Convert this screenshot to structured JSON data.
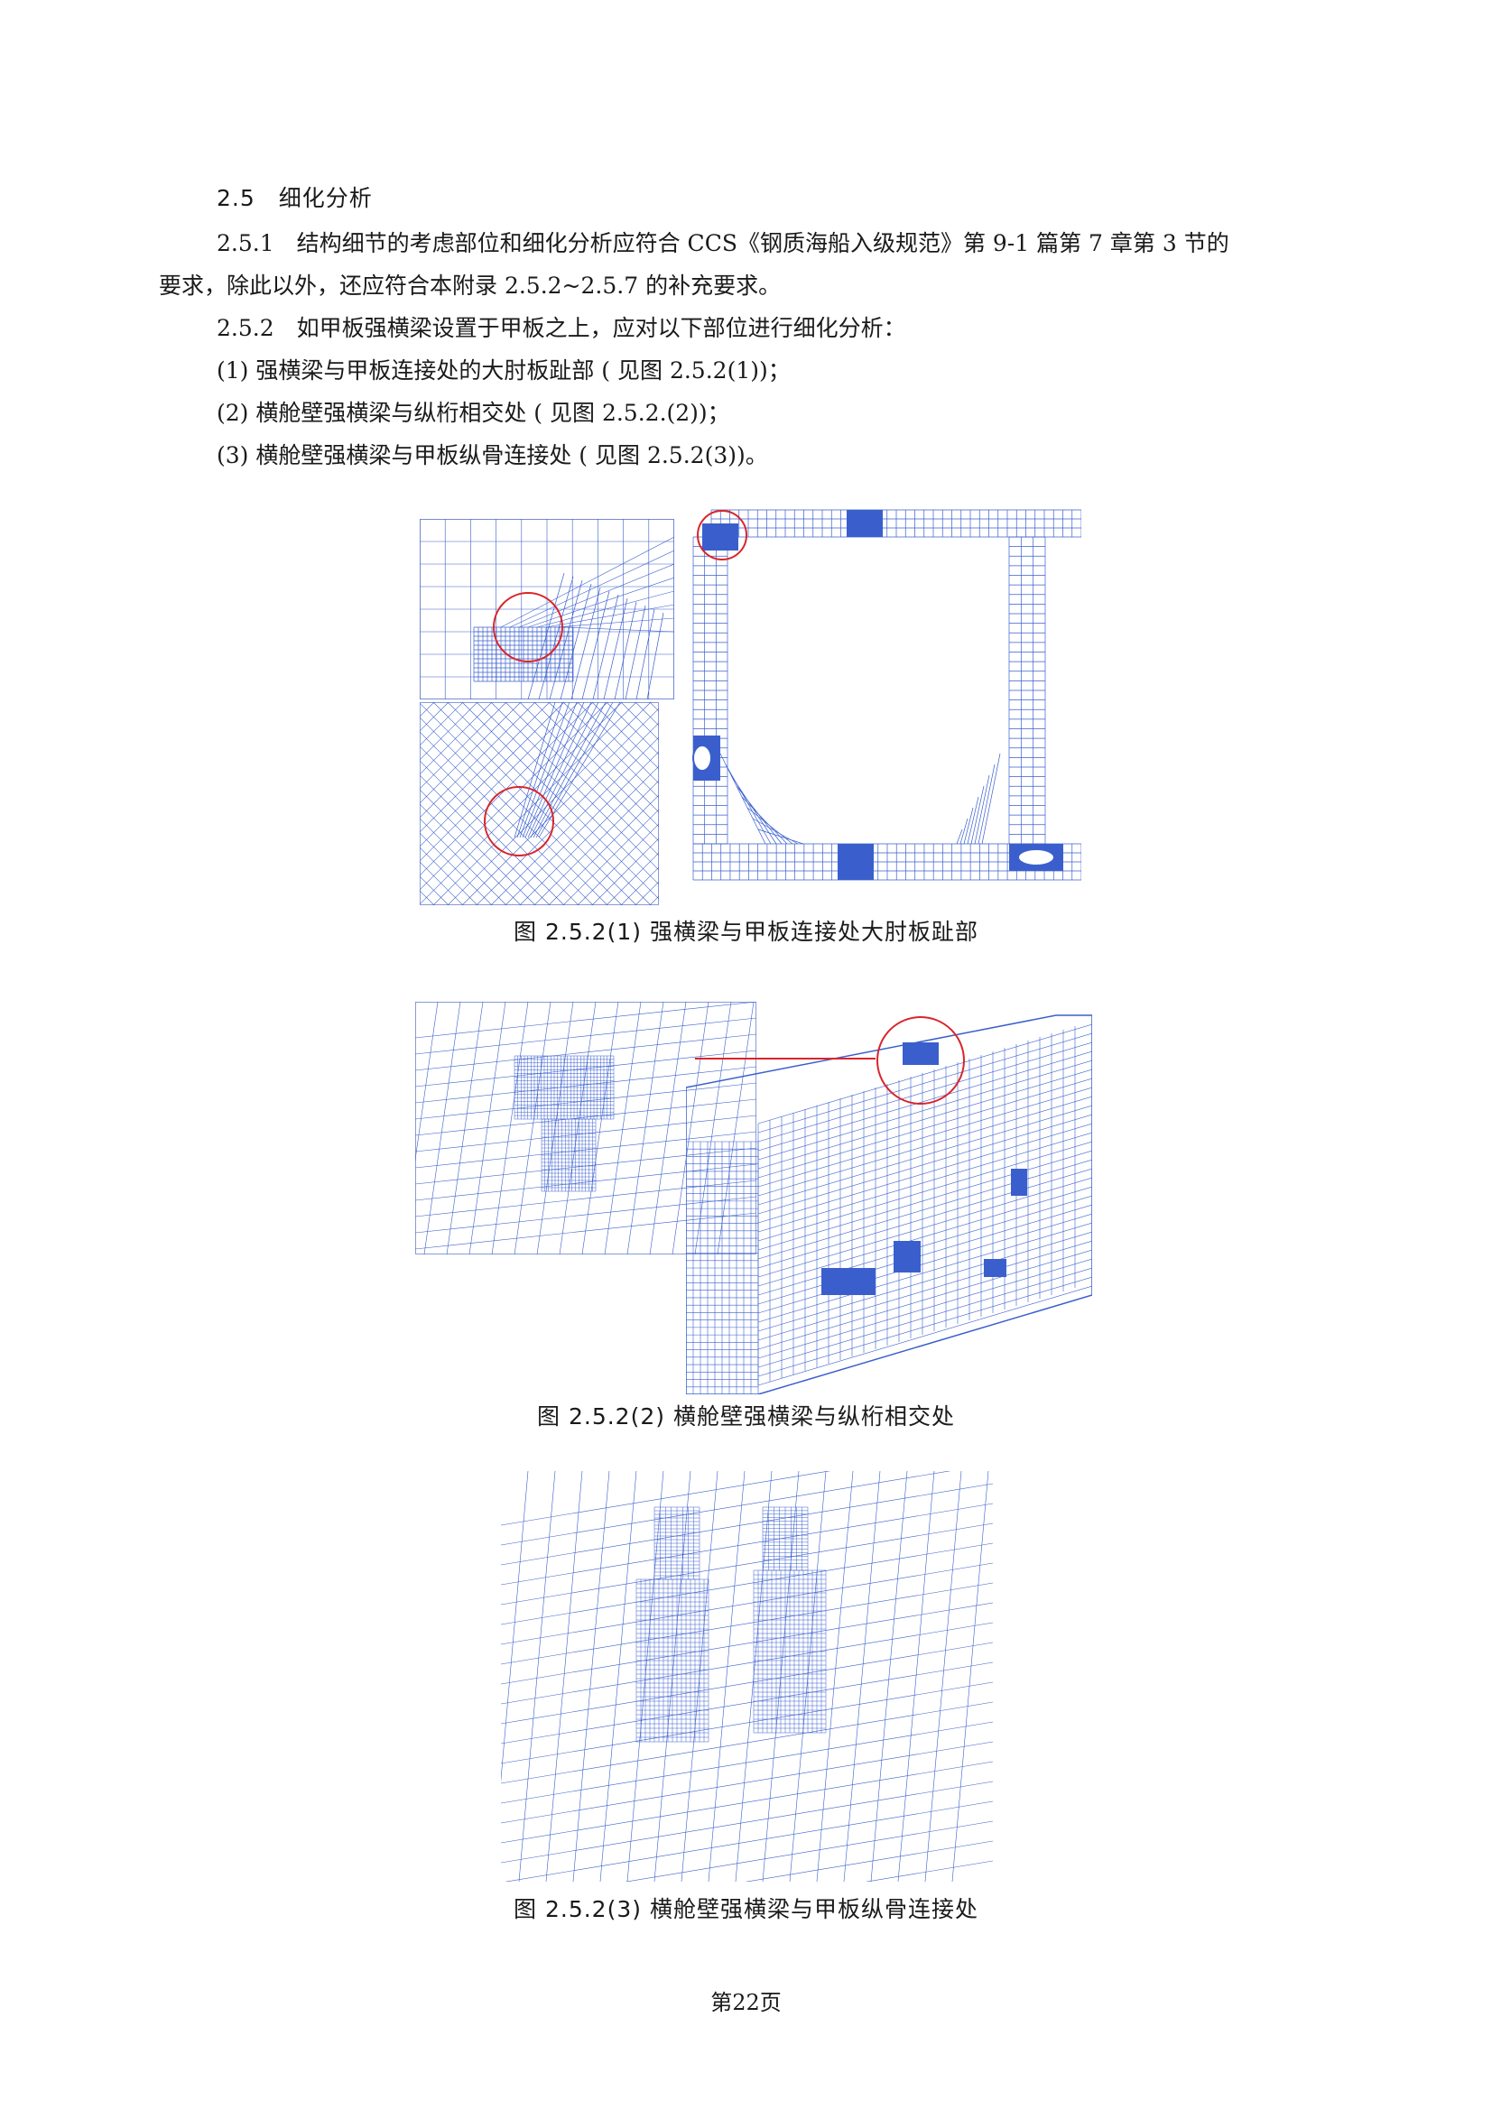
{
  "section": {
    "heading": "2.5　细化分析",
    "para_2_5_1_line1": "2.5.1　结构细节的考虑部位和细化分析应符合 CCS《钢质海船入级规范》第 9-1 篇第 7 章第 3 节的",
    "para_2_5_1_line2": "要求，除此以外，还应符合本附录 2.5.2~2.5.7 的补充要求。",
    "para_2_5_2": "2.5.2　如甲板强横梁设置于甲板之上，应对以下部位进行细化分析：",
    "items": [
      "(1)  强横梁与甲板连接处的大肘板趾部 ( 见图 2.5.2(1))；",
      "(2)  横舱壁强横梁与纵桁相交处 ( 见图 2.5.2.(2))；",
      "(3)  横舱壁强横梁与甲板纵骨连接处 ( 见图 2.5.2(3))。"
    ]
  },
  "figures": [
    {
      "caption": "图 2.5.2(1)  强横梁与甲板连接处大肘板趾部"
    },
    {
      "caption": "图  2.5.2(2)  横舱壁强横梁与纵桁相交处"
    },
    {
      "caption": "图 2.5.2(3)  横舱壁强横梁与甲板纵骨连接处"
    }
  ],
  "page_number": "第22页",
  "colors": {
    "mesh": "#3a5fcd",
    "highlight_circle": "#d9252b",
    "text": "#1a1a1a"
  }
}
